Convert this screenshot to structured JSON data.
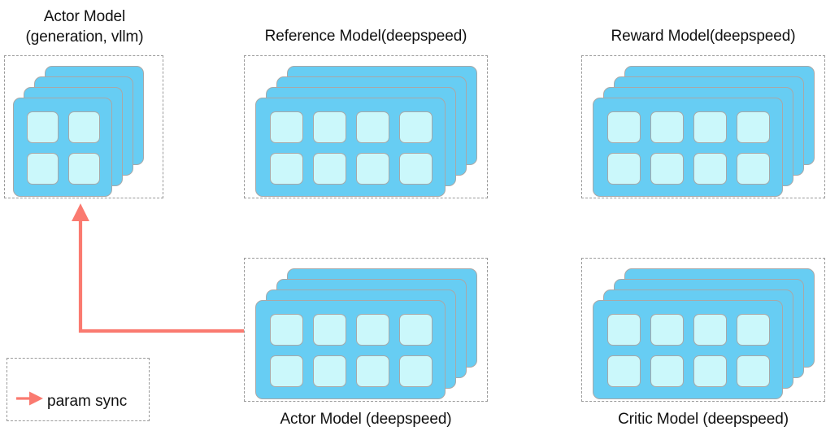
{
  "diagram": {
    "background_color": "#ffffff",
    "card_color": "#67cdf3",
    "cell_color": "#cbf8fb",
    "card_border_color": "#a8a8a8",
    "dashed_border_color": "#9a9a9a",
    "arrow_color": "#fa7a70",
    "text_color": "#111111"
  },
  "groups": [
    {
      "id": "actor-vllm",
      "title": "Actor Model\n(generation, vllm)",
      "title_position": "above",
      "stack_count": 4,
      "grid_cols": 2,
      "grid_rows": 2
    },
    {
      "id": "reference-model",
      "title": "Reference Model(deepspeed)",
      "title_position": "above",
      "stack_count": 4,
      "grid_cols": 4,
      "grid_rows": 2
    },
    {
      "id": "reward-model",
      "title": "Reward Model(deepspeed)",
      "title_position": "above",
      "stack_count": 4,
      "grid_cols": 4,
      "grid_rows": 2
    },
    {
      "id": "actor-deepspeed",
      "title": "Actor Model (deepspeed)",
      "title_position": "below",
      "stack_count": 4,
      "grid_cols": 4,
      "grid_rows": 2
    },
    {
      "id": "critic-model",
      "title": "Critic Model (deepspeed)",
      "title_position": "below",
      "stack_count": 4,
      "grid_cols": 4,
      "grid_rows": 2
    }
  ],
  "legend": {
    "label": "param sync",
    "arrow_color": "#fa7a70"
  },
  "connections": [
    {
      "id": "param-sync-arrow",
      "from": "actor-deepspeed",
      "to": "actor-vllm",
      "label": "param sync",
      "style": "elbow-arrow",
      "color": "#fa7a70"
    }
  ]
}
